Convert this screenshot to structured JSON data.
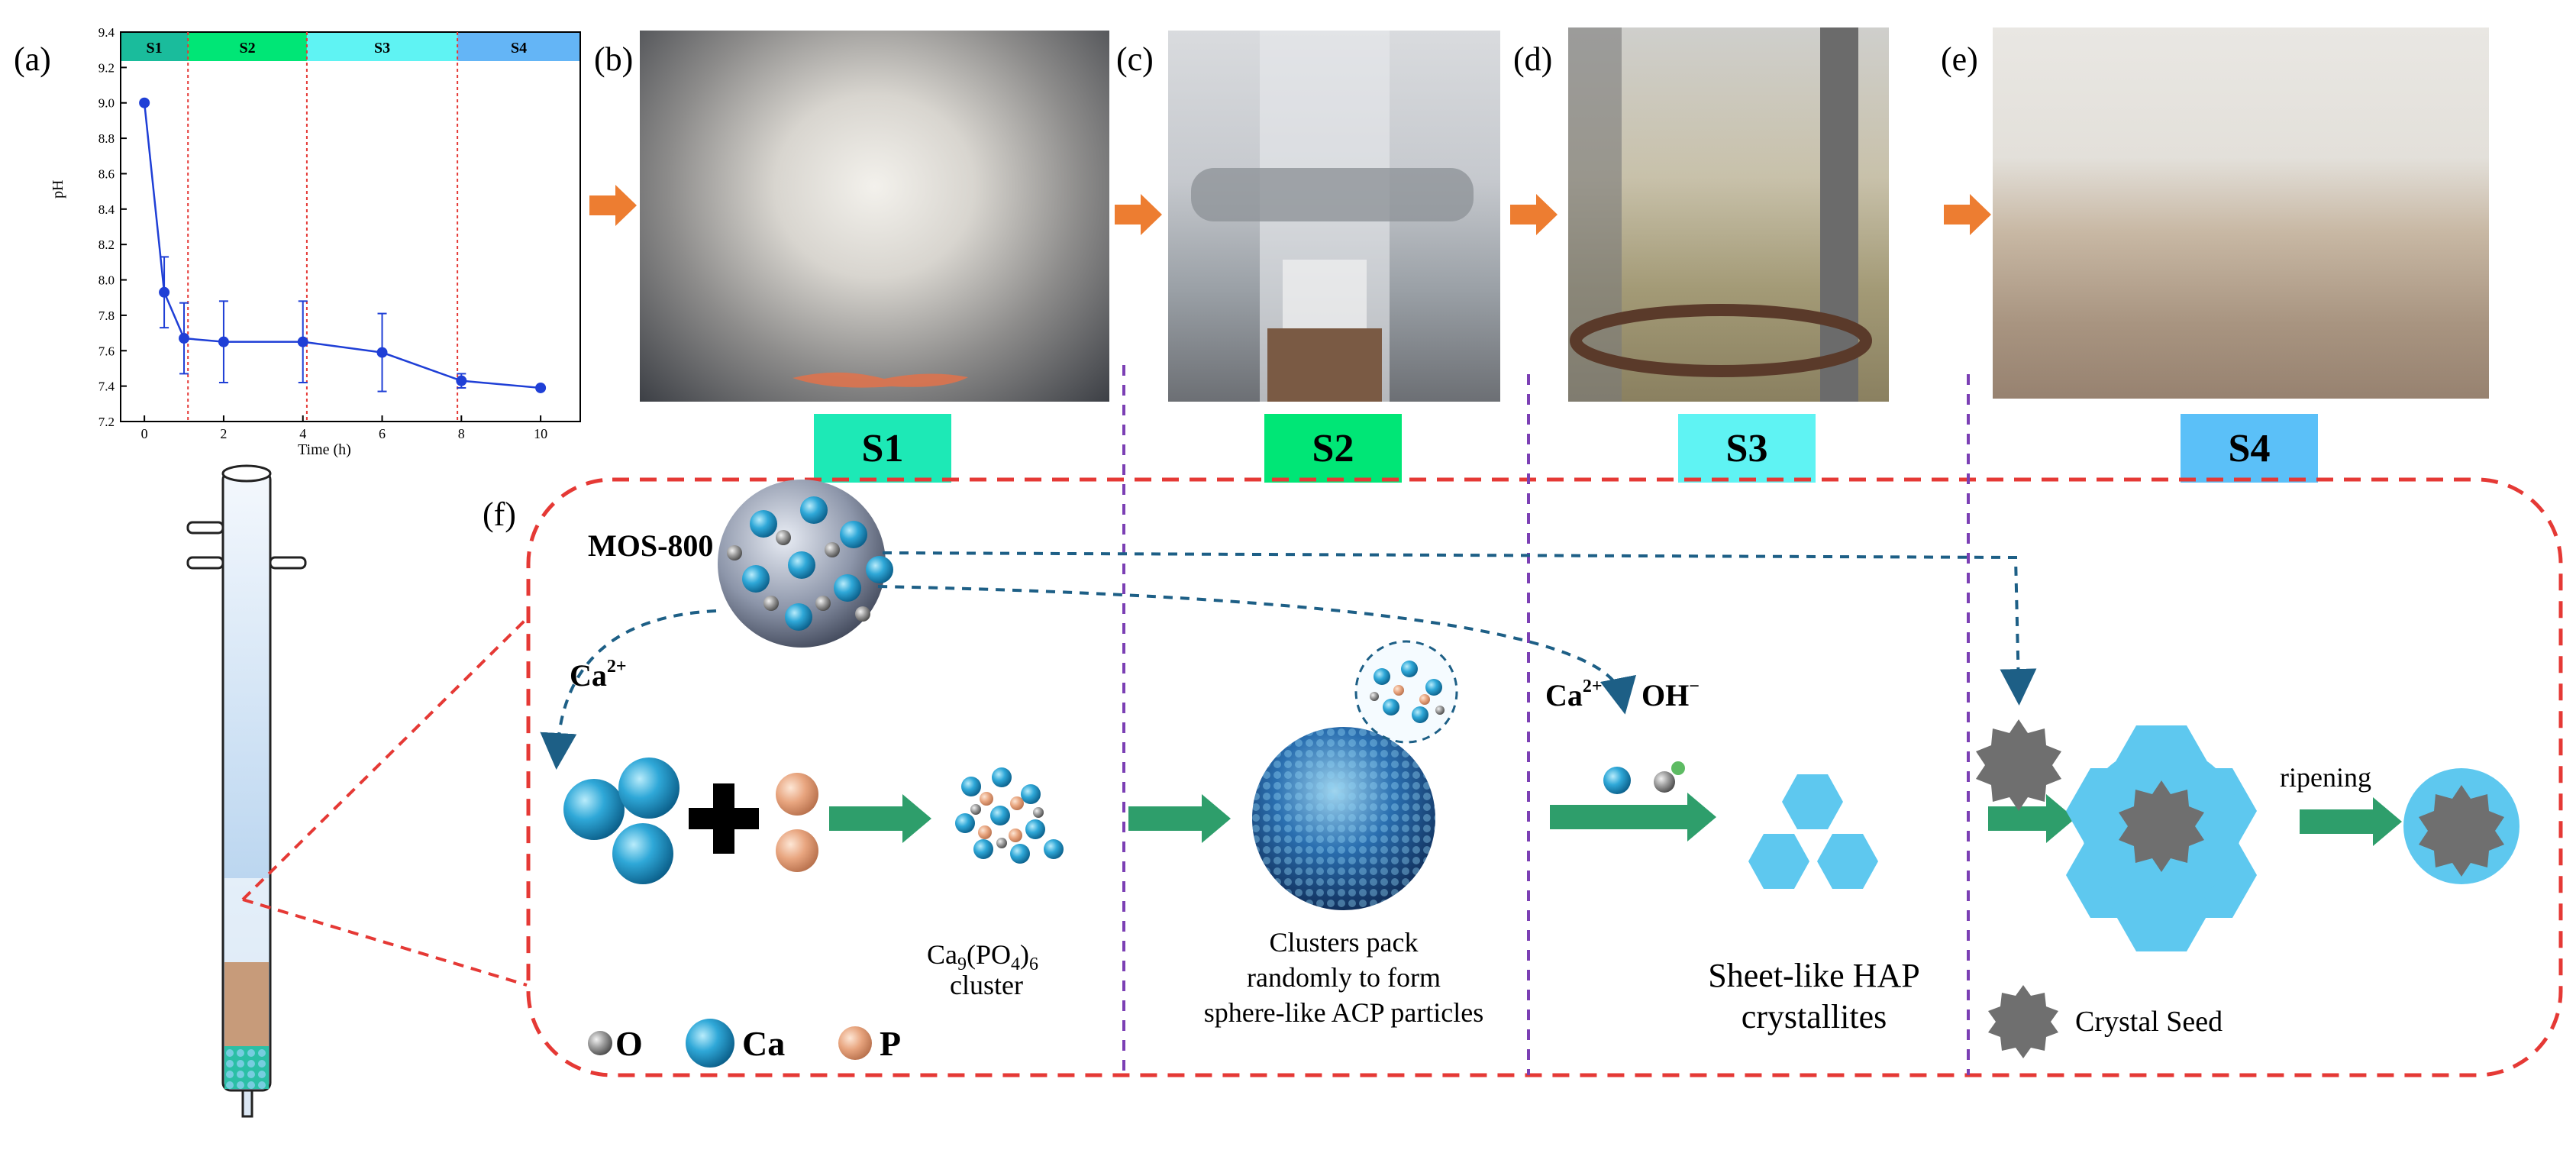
{
  "panels": {
    "a": "(a)",
    "b": "(b)",
    "c": "(c)",
    "d": "(d)",
    "e": "(e)",
    "f": "(f)"
  },
  "stage_labels": [
    "S1",
    "S2",
    "S3",
    "S4"
  ],
  "stage_colors": {
    "S1": "#1de9b6",
    "S2": "#1de9b6",
    "S3": "#5ff3f3",
    "S4": "#5bc0f8"
  },
  "chart_data": {
    "type": "line",
    "xlabel": "Time (h)",
    "ylabel": "pH",
    "xlim": [
      -0.6,
      11
    ],
    "ylim": [
      7.2,
      9.4
    ],
    "x_ticks": [
      "0",
      "2",
      "4",
      "6",
      "8",
      "10"
    ],
    "y_ticks": [
      "7.2",
      "7.4",
      "7.6",
      "7.8",
      "8.0",
      "8.2",
      "8.4",
      "8.6",
      "8.8",
      "9.0",
      "9.2",
      "9.4"
    ],
    "bands": [
      {
        "label": "S1",
        "from": -0.6,
        "to": 1.1,
        "color": "#1abc9c"
      },
      {
        "label": "S2",
        "from": 1.1,
        "to": 4.1,
        "color": "#00e676"
      },
      {
        "label": "S3",
        "from": 4.1,
        "to": 7.9,
        "color": "#5ff3f3"
      },
      {
        "label": "S4",
        "from": 7.9,
        "to": 11,
        "color": "#64b5f6"
      }
    ],
    "dividers": [
      1.1,
      4.1,
      7.9
    ],
    "series": [
      {
        "color": "#1f3fd6",
        "x": [
          0,
          0.5,
          1,
          2,
          4,
          6,
          8,
          10
        ],
        "y": [
          9.0,
          7.93,
          7.67,
          7.65,
          7.65,
          7.59,
          7.43,
          7.39
        ],
        "err": [
          0,
          0.2,
          0.2,
          0.23,
          0.23,
          0.22,
          0.04,
          0.0
        ]
      }
    ]
  },
  "diagram": {
    "mos_label": "MOS-800",
    "ca_label": "Ca",
    "ca_charge": "2+",
    "oh_label": "OH",
    "oh_charge": "−",
    "cluster_label_main": "Ca",
    "cluster_sub1": "9",
    "cluster_mid": "(PO",
    "cluster_sub2": "4",
    "cluster_end": ")",
    "cluster_sub3": "6",
    "cluster_word": "cluster",
    "acp_line1": "Clusters pack",
    "acp_line2": "randomly to form",
    "acp_line3": "sphere-like ACP particles",
    "hap_line1": "Sheet-like HAP",
    "hap_line2": "crystallites",
    "ripening": "ripening",
    "crystal_seed": "Crystal Seed",
    "legend_o": "O",
    "legend_ca": "Ca",
    "legend_p": "P"
  }
}
